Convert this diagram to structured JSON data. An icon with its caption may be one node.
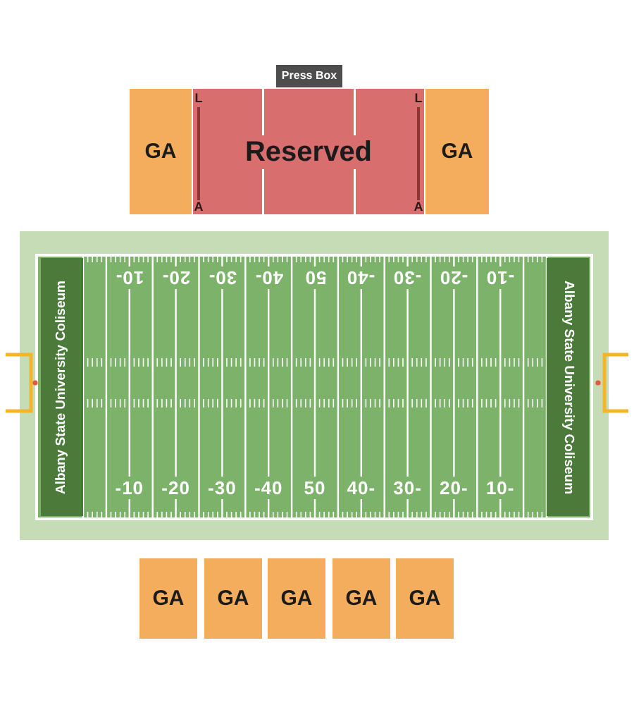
{
  "diagram": {
    "nodes": [
      {
        "text": [
          "Press Box"
        ]
      },
      {
        "text": [
          "GA"
        ]
      },
      {
        "text": [
          "Reserved"
        ]
      },
      {
        "text": [
          "GA"
        ]
      },
      {
        "text": [
          "Albany State University Coliseum"
        ]
      },
      {
        "text": [
          "Albany State University Coliseum"
        ]
      },
      {
        "text": [
          "GA"
        ]
      },
      {
        "text": [
          "GA"
        ]
      },
      {
        "text": [
          "GA"
        ]
      },
      {
        "text": [
          "GA"
        ]
      },
      {
        "text": [
          "GA"
        ]
      }
    ],
    "edges": [],
    "labels": [
      "L",
      "L",
      "A",
      "A",
      "10-",
      "20-",
      "30-",
      "40-",
      "50",
      "-40",
      "-30",
      "-20",
      "-10",
      "-10",
      "-20",
      "-30",
      "-40",
      "50",
      "40-",
      "30-",
      "20-",
      "10-"
    ]
  }
}
